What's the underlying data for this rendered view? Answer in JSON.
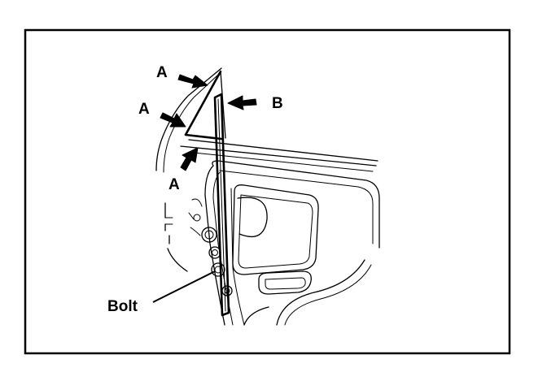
{
  "labels": {
    "a_top": "A",
    "a_middle": "A",
    "a_bottom": "A",
    "b": "B",
    "bolt": "Bolt"
  },
  "colors": {
    "line": "#000000",
    "background": "#ffffff"
  }
}
